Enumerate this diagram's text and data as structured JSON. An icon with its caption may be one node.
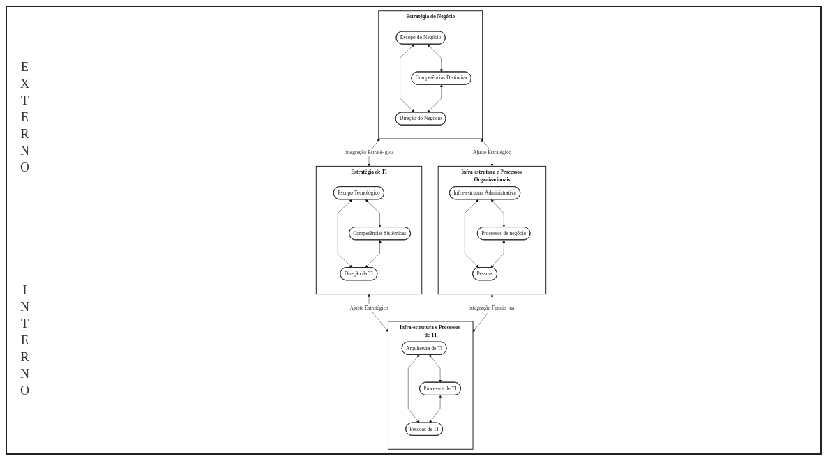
{
  "diagram": {
    "nodes": [
      {
        "text": [
          "Estratégia do Negócio"
        ]
      },
      {
        "text": [
          "Escopo do Negócio"
        ],
        "in": 0
      },
      {
        "text": [
          "Competências Distintiva"
        ],
        "in": 0
      },
      {
        "text": [
          "Direção do Negócio"
        ],
        "in": 0
      },
      {
        "text": [
          "Estratégia de TI"
        ]
      },
      {
        "text": [
          "Escopo Tecnológico"
        ],
        "in": 4
      },
      {
        "text": [
          "Competências Sistêmicas"
        ],
        "in": 4
      },
      {
        "text": [
          "Direção da TI"
        ],
        "in": 4
      },
      {
        "text": [
          "Infra-estrutura e Processos Organizacionais"
        ]
      },
      {
        "text": [
          "Infra-estrutura Administrativa"
        ],
        "in": 8
      },
      {
        "text": [
          "Processos de negócio"
        ],
        "in": 8
      },
      {
        "text": [
          "Pessoas"
        ],
        "in": 8
      },
      {
        "text": [
          "Infra-estrutura e Processos de TI"
        ]
      },
      {
        "text": [
          "Arquitetura de TI"
        ],
        "in": 12
      },
      {
        "text": [
          "Processos de TI"
        ],
        "in": 12
      },
      {
        "text": [
          "Pessoas de TI"
        ],
        "in": 12
      }
    ],
    "edges": [
      {
        "from": 1,
        "to": 2,
        "arrow": "both"
      },
      {
        "from": 1,
        "to": 3,
        "arrow": "both"
      },
      {
        "from": 2,
        "to": 3,
        "arrow": "both"
      },
      {
        "from": 5,
        "to": 6,
        "arrow": "both"
      },
      {
        "from": 5,
        "to": 7,
        "arrow": "both"
      },
      {
        "from": 6,
        "to": 7,
        "arrow": "both"
      },
      {
        "from": 9,
        "to": 10,
        "arrow": "both"
      },
      {
        "from": 9,
        "to": 11,
        "arrow": "both"
      },
      {
        "from": 10,
        "to": 11,
        "arrow": "both"
      },
      {
        "from": 13,
        "to": 14,
        "arrow": "both"
      },
      {
        "from": 13,
        "to": 15,
        "arrow": "both"
      },
      {
        "from": 14,
        "to": 15,
        "arrow": "both"
      },
      {
        "from": 0,
        "to": 4,
        "label": "Integração Estraté- gica",
        "arrow": "both"
      },
      {
        "from": 0,
        "to": 8,
        "label": "Ajuste Estratégico",
        "arrow": "both"
      },
      {
        "from": 4,
        "to": 12,
        "label": "Ajuste Estratégico",
        "arrow": "both"
      },
      {
        "from": 8,
        "to": 12,
        "label": "Integração Funcio- nal",
        "arrow": "both"
      }
    ],
    "labels": [
      "EXTERNO",
      "INTERNO"
    ]
  }
}
